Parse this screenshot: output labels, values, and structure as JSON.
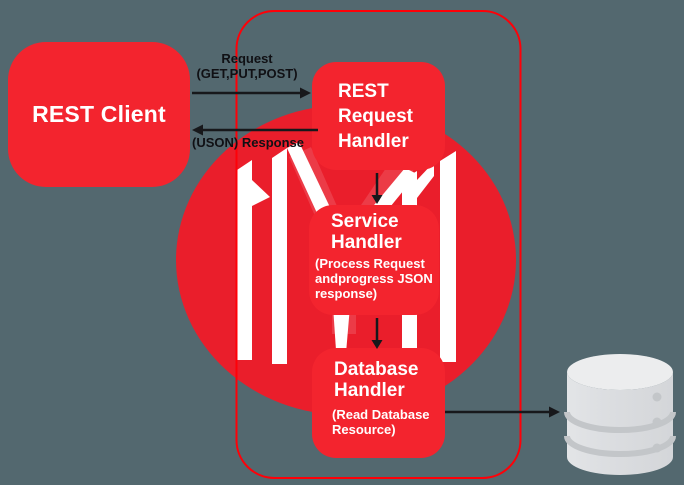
{
  "diagram": {
    "background_color": "#53686F",
    "node_color": "#F3242E",
    "watermark_circle_color": "#EA1E2B",
    "boundary_outline_color": "#FF0008",
    "arrow_color": "#17181B",
    "text_color": "#FFFFFF",
    "database_icon_color": "#D9DBDE"
  },
  "nodes": {
    "rest_client": {
      "label": "REST Client"
    },
    "rest_request_handler": {
      "lines": [
        "REST",
        "Request",
        "Handler"
      ]
    },
    "service_handler": {
      "title_lines": [
        "Service",
        "Handler"
      ],
      "subtitle_lines": [
        "(Process Request",
        "andprogress JSON",
        "response)"
      ]
    },
    "database_handler": {
      "title_lines": [
        "Database",
        "Handler"
      ],
      "subtitle_lines": [
        "(Read Database",
        "Resource)"
      ]
    }
  },
  "arrows": {
    "request": {
      "label_line1": "Request",
      "label_line2": "(GET,PUT,POST)"
    },
    "response": {
      "label": "(USON) Response"
    }
  },
  "icons": {
    "database": "database-cylinder-icon",
    "watermark": "m-logo-watermark"
  }
}
